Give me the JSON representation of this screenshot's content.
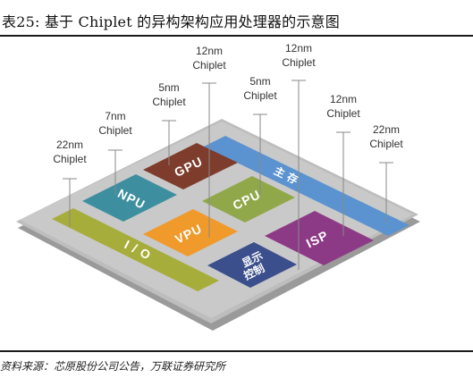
{
  "caption": "表25:  基于 Chiplet 的异构架构应用处理器的示意图",
  "source": "资料来源：芯原股份公司公告，万联证券研究所",
  "labels": {
    "npu_tech": [
      "22nm",
      "Chiplet"
    ],
    "npu2_tech": [
      "7nm",
      "Chiplet"
    ],
    "gpu_tech": [
      "5nm",
      "Chiplet"
    ],
    "vpu_tech": [
      "12nm",
      "Chiplet"
    ],
    "cpu_tech": [
      "5nm",
      "Chiplet"
    ],
    "display_tech": [
      "12nm",
      "Chiplet"
    ],
    "isp_tech": [
      "12nm",
      "Chiplet"
    ],
    "memory_tech": [
      "22nm",
      "Chiplet"
    ]
  },
  "blocks": {
    "gpu": "GPU",
    "npu": "NPU",
    "cpu": "CPU",
    "vpu": "VPU",
    "isp": "ISP",
    "io": "I / O",
    "memory": "主  存",
    "display": [
      "显示",
      "控制"
    ]
  },
  "colors": {
    "gpu": "#7e3d2c",
    "npu": "#3d8fa0",
    "cpu": "#91a84a",
    "vpu": "#ef9a2b",
    "isp": "#8d3a86",
    "io": "#a7ad3a",
    "memory": "#5b93d0",
    "display": "#3a4f8c"
  }
}
